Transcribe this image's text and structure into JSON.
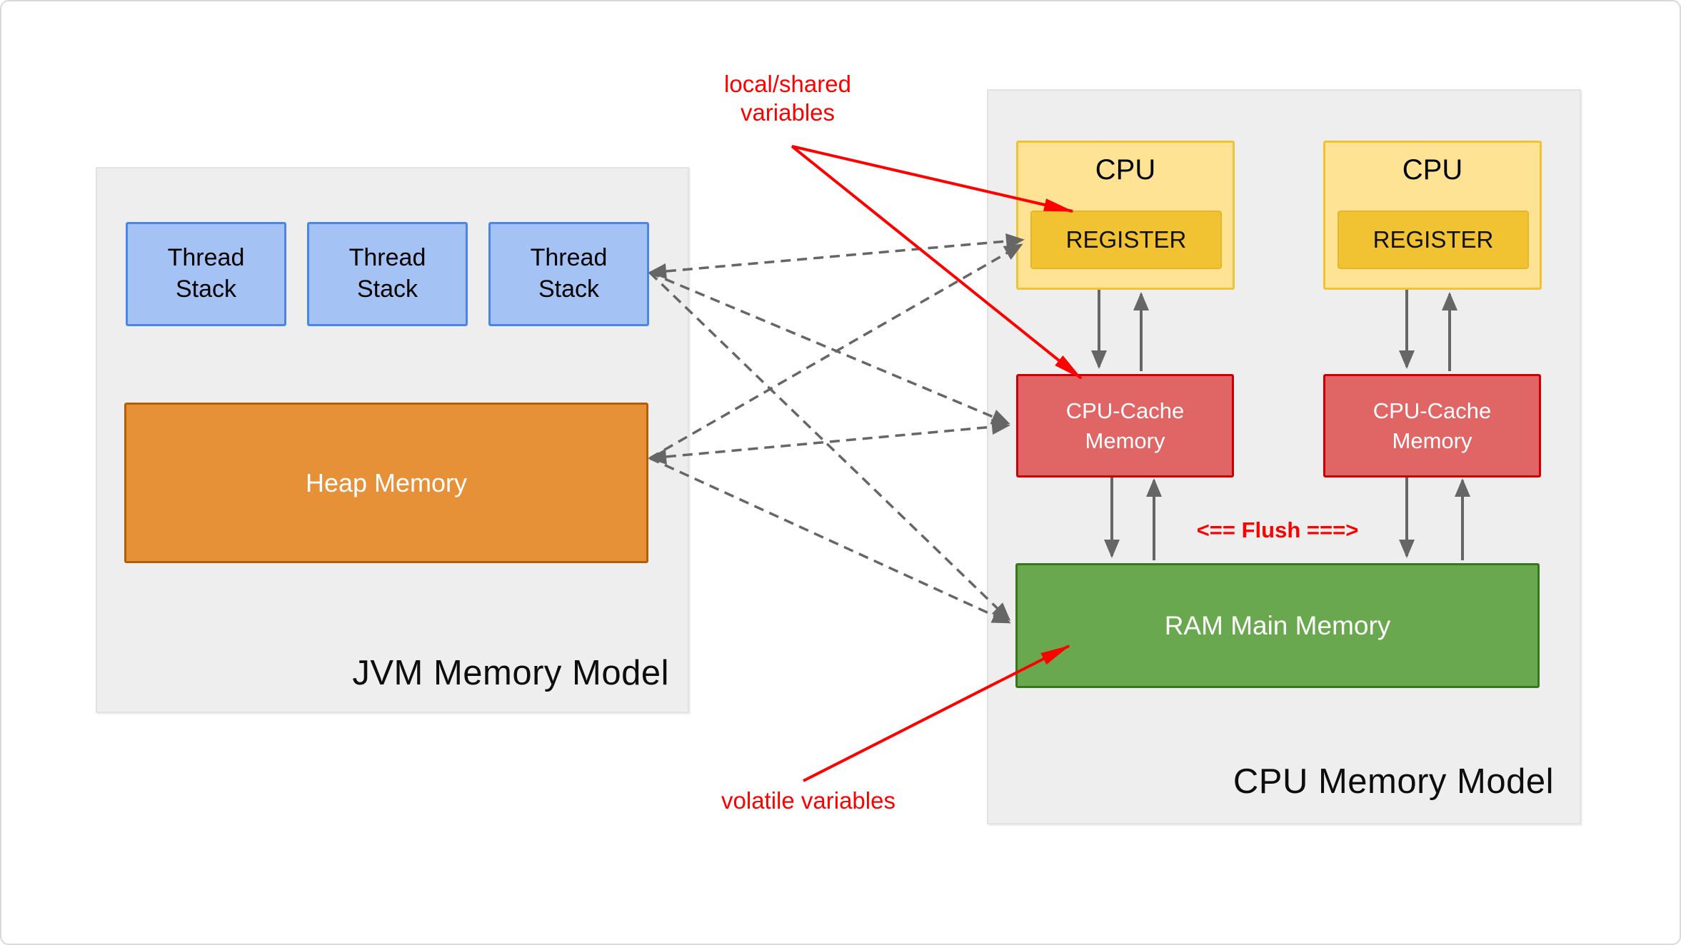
{
  "jvm_panel": {
    "title": "JVM Memory Model",
    "thread_stack": "Thread\nStack",
    "heap": "Heap Memory"
  },
  "cpu_panel": {
    "title": "CPU Memory Model",
    "cpu": "CPU",
    "register": "REGISTER",
    "cache": "CPU-Cache\nMemory",
    "ram": "RAM Main Memory",
    "flush": "<== Flush ===>"
  },
  "annotations": {
    "local_shared": "local/shared\nvariables",
    "volatile": "volatile variables"
  },
  "colors": {
    "thread_stack_fill": "#a4c2f4",
    "thread_stack_border": "#4a86e8",
    "heap_fill": "#e69138",
    "heap_border": "#b45f06",
    "cpu_fill": "#ffe394",
    "cpu_border": "#f1c232",
    "register_fill": "#f1c232",
    "cache_fill": "#e06666",
    "cache_border": "#cc0000",
    "ram_fill": "#6aa84f",
    "ram_border": "#38761d",
    "panel_fill": "#eeeeee",
    "annotation_red": "#ff0000",
    "connector_gray": "#666666"
  }
}
